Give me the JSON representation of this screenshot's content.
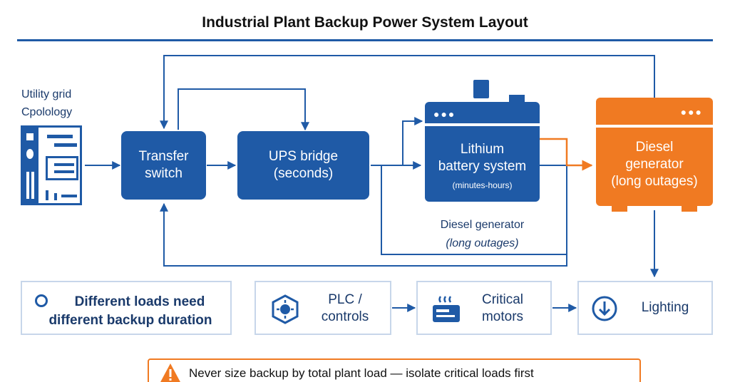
{
  "title": "Industrial Plant Backup Power System Layout",
  "grid": {
    "label_line1": "Utility grid",
    "label_line2": "Cpolology"
  },
  "transfer": {
    "line1": "Transfer",
    "line2": "switch"
  },
  "ups": {
    "line1": "UPS bridge",
    "line2": "(seconds)"
  },
  "battery": {
    "line1": "Lithium",
    "line2": "battery system",
    "sub": "(minutes-hours)"
  },
  "diesel_caption": {
    "line1": "Diesel generator",
    "line2": "(long outages)"
  },
  "generator": {
    "line1": "Diesel",
    "line2": "generator",
    "line3": "(long outages)"
  },
  "note": {
    "line1": "Different loads need",
    "line2": "different backup duration"
  },
  "loads": [
    {
      "line1": "PLC /",
      "line2": "controls",
      "icon": "plc-chip-icon"
    },
    {
      "line1": "Critical",
      "line2": "motors",
      "icon": "motor-icon"
    },
    {
      "line1": "Lighting",
      "line2": "",
      "icon": "download-circle-icon"
    }
  ],
  "warning": {
    "text": "Never size backup by total plant load — isolate critical loads first",
    "icon": "warning-icon"
  },
  "colors": {
    "primary": "#1f5aa6",
    "accent": "#f07a22",
    "panel_border": "#c7d6ea",
    "text": "#1a3a6b"
  }
}
